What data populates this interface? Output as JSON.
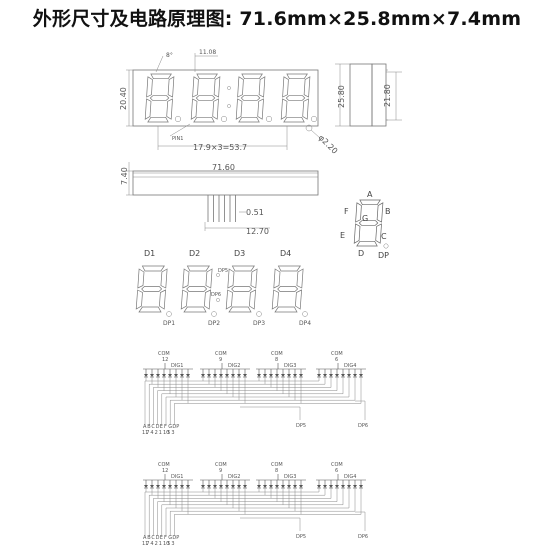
{
  "title": "外形尺寸及电路原理图: 71.6mm×25.8mm×7.4mm",
  "front_view": {
    "height_label": "20.40",
    "angle_label": "8°",
    "char_height_label": "11.08",
    "pin_label": "PIN1",
    "pitch_label": "17.9×3=53.7",
    "hole_label": "φ2.20"
  },
  "side_view": {
    "total_height_label": "25.80",
    "inner_height_label": "21.80"
  },
  "bottom_view": {
    "thickness_label": "7.40",
    "length_label": "71.60",
    "pin_pitch_label": "0.51",
    "pin_span_label": "12.70"
  },
  "segment_legend": [
    "A",
    "B",
    "C",
    "D",
    "E",
    "F",
    "G",
    "DP"
  ],
  "digit_labels": [
    "D1",
    "D2",
    "D3",
    "D4"
  ],
  "dp_labels": [
    "DP1",
    "DP2",
    "DP3",
    "DP4"
  ],
  "colon_labels": [
    "DP5",
    "DP6"
  ],
  "schematic_top": {
    "com_label": "COM",
    "com_pins": [
      "12",
      "9",
      "8",
      "6"
    ],
    "dig_labels": [
      "DIG1",
      "DIG2",
      "DIG3",
      "DIG4"
    ],
    "segment_letters": [
      "A",
      "B",
      "C",
      "D",
      "E",
      "F",
      "G",
      "DP"
    ],
    "segment_pins": [
      "11",
      "7",
      "4",
      "2",
      "1",
      "10",
      "5",
      "3"
    ],
    "colon_labels": [
      "DP5",
      "DP6"
    ]
  },
  "schematic_bottom": {
    "com_label": "COM",
    "com_pins": [
      "12",
      "9",
      "8",
      "6"
    ],
    "dig_labels": [
      "DIG1",
      "DIG2",
      "DIG3",
      "DIG4"
    ],
    "segment_letters": [
      "A",
      "B",
      "C",
      "D",
      "E",
      "F",
      "G",
      "DP"
    ],
    "segment_pins": [
      "11",
      "7",
      "4",
      "2",
      "1",
      "10",
      "5",
      "3"
    ],
    "colon_labels": [
      "DP5",
      "DP6"
    ]
  }
}
